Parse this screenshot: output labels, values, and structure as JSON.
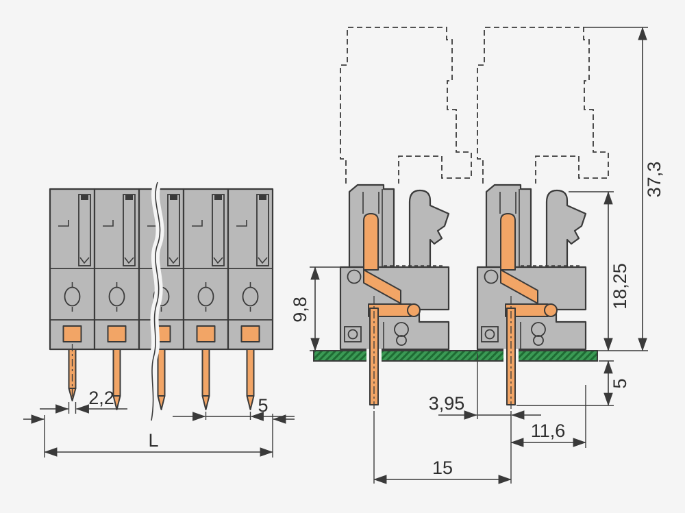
{
  "colors": {
    "background": "#f5f5f5",
    "line": "#3a3a3a",
    "dim": "#3a3a3a",
    "text": "#2e2e2e",
    "housing": "#b9b9b9",
    "contact": "#f2a566",
    "pcb": "#3b9a55",
    "pcb_hatch": "#1e6b33"
  },
  "dimensions": {
    "front": [
      {
        "name": "pin-width",
        "label": "2,2"
      },
      {
        "name": "pitch",
        "label": "5"
      },
      {
        "name": "overall-length",
        "label": "L"
      }
    ],
    "side": [
      {
        "name": "overall-height",
        "label": "37,3"
      },
      {
        "name": "height-above-board",
        "label": "18,25"
      },
      {
        "name": "body-height",
        "label": "9,8"
      },
      {
        "name": "pin-length-below-board",
        "label": "5"
      },
      {
        "name": "edge-to-pin",
        "label": "3,95"
      },
      {
        "name": "pin-to-edge",
        "label": "11,6"
      },
      {
        "name": "pin-spacing",
        "label": "15"
      }
    ]
  }
}
